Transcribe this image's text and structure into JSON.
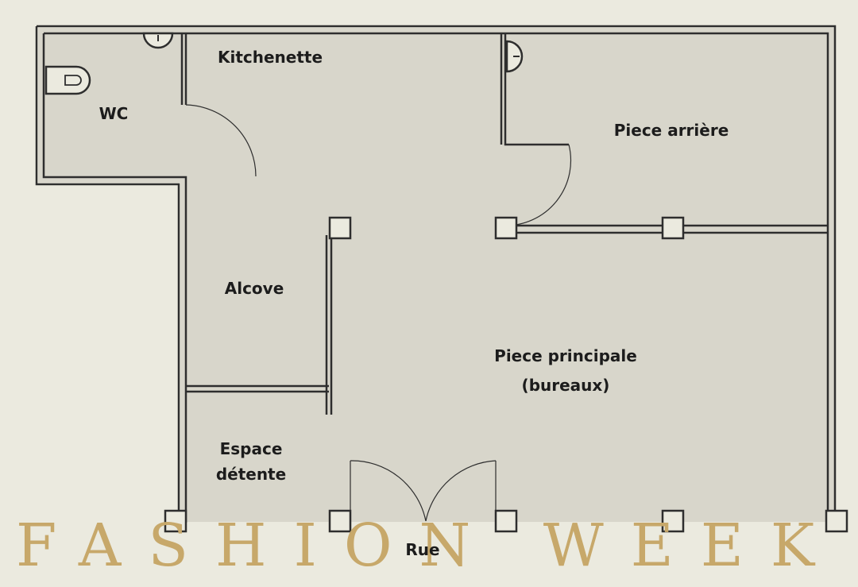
{
  "plan": {
    "rooms": {
      "wc": "WC",
      "kitchenette": "Kitchenette",
      "piece_arriere": "Piece arrière",
      "alcove": "Alcove",
      "piece_principale_line1": "Piece principale",
      "piece_principale_line2": "(bureaux)",
      "espace_line1": "Espace",
      "espace_line2": "détente",
      "rue": "Rue"
    }
  },
  "watermark": "FASHION WEEK VE",
  "colors": {
    "background": "#ebeadf",
    "floor": "#d8d6cb",
    "wall": "#2e2e2e",
    "watermark": "#c7a86a"
  }
}
